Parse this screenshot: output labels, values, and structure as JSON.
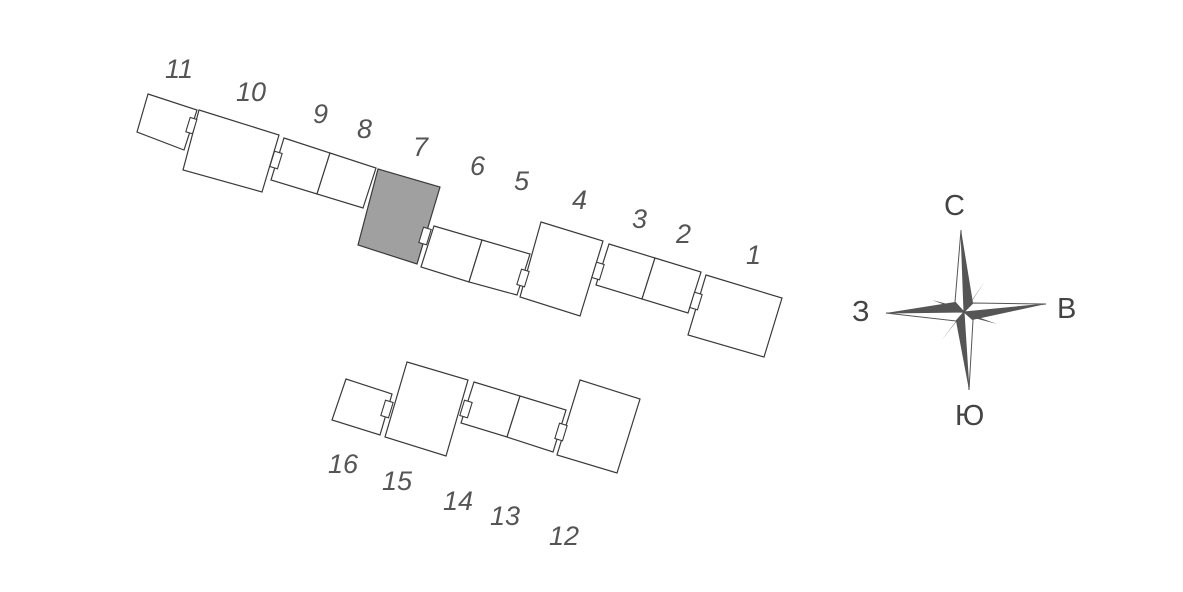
{
  "building": {
    "selected_section": "7",
    "sections": [
      {
        "id": "1",
        "label": "1"
      },
      {
        "id": "2",
        "label": "2"
      },
      {
        "id": "3",
        "label": "3"
      },
      {
        "id": "4",
        "label": "4"
      },
      {
        "id": "5",
        "label": "5"
      },
      {
        "id": "6",
        "label": "6"
      },
      {
        "id": "7",
        "label": "7"
      },
      {
        "id": "8",
        "label": "8"
      },
      {
        "id": "9",
        "label": "9"
      },
      {
        "id": "10",
        "label": "10"
      },
      {
        "id": "11",
        "label": "11"
      },
      {
        "id": "12",
        "label": "12"
      },
      {
        "id": "13",
        "label": "13"
      },
      {
        "id": "14",
        "label": "14"
      },
      {
        "id": "15",
        "label": "15"
      },
      {
        "id": "16",
        "label": "16"
      }
    ]
  },
  "compass": {
    "north": "С",
    "east": "В",
    "south": "Ю",
    "west": "З",
    "colors": {
      "dark": "#555555",
      "light": "#ffffff"
    }
  },
  "colors": {
    "selected": "#a0a0a0",
    "outline": "#3a3a3a"
  }
}
